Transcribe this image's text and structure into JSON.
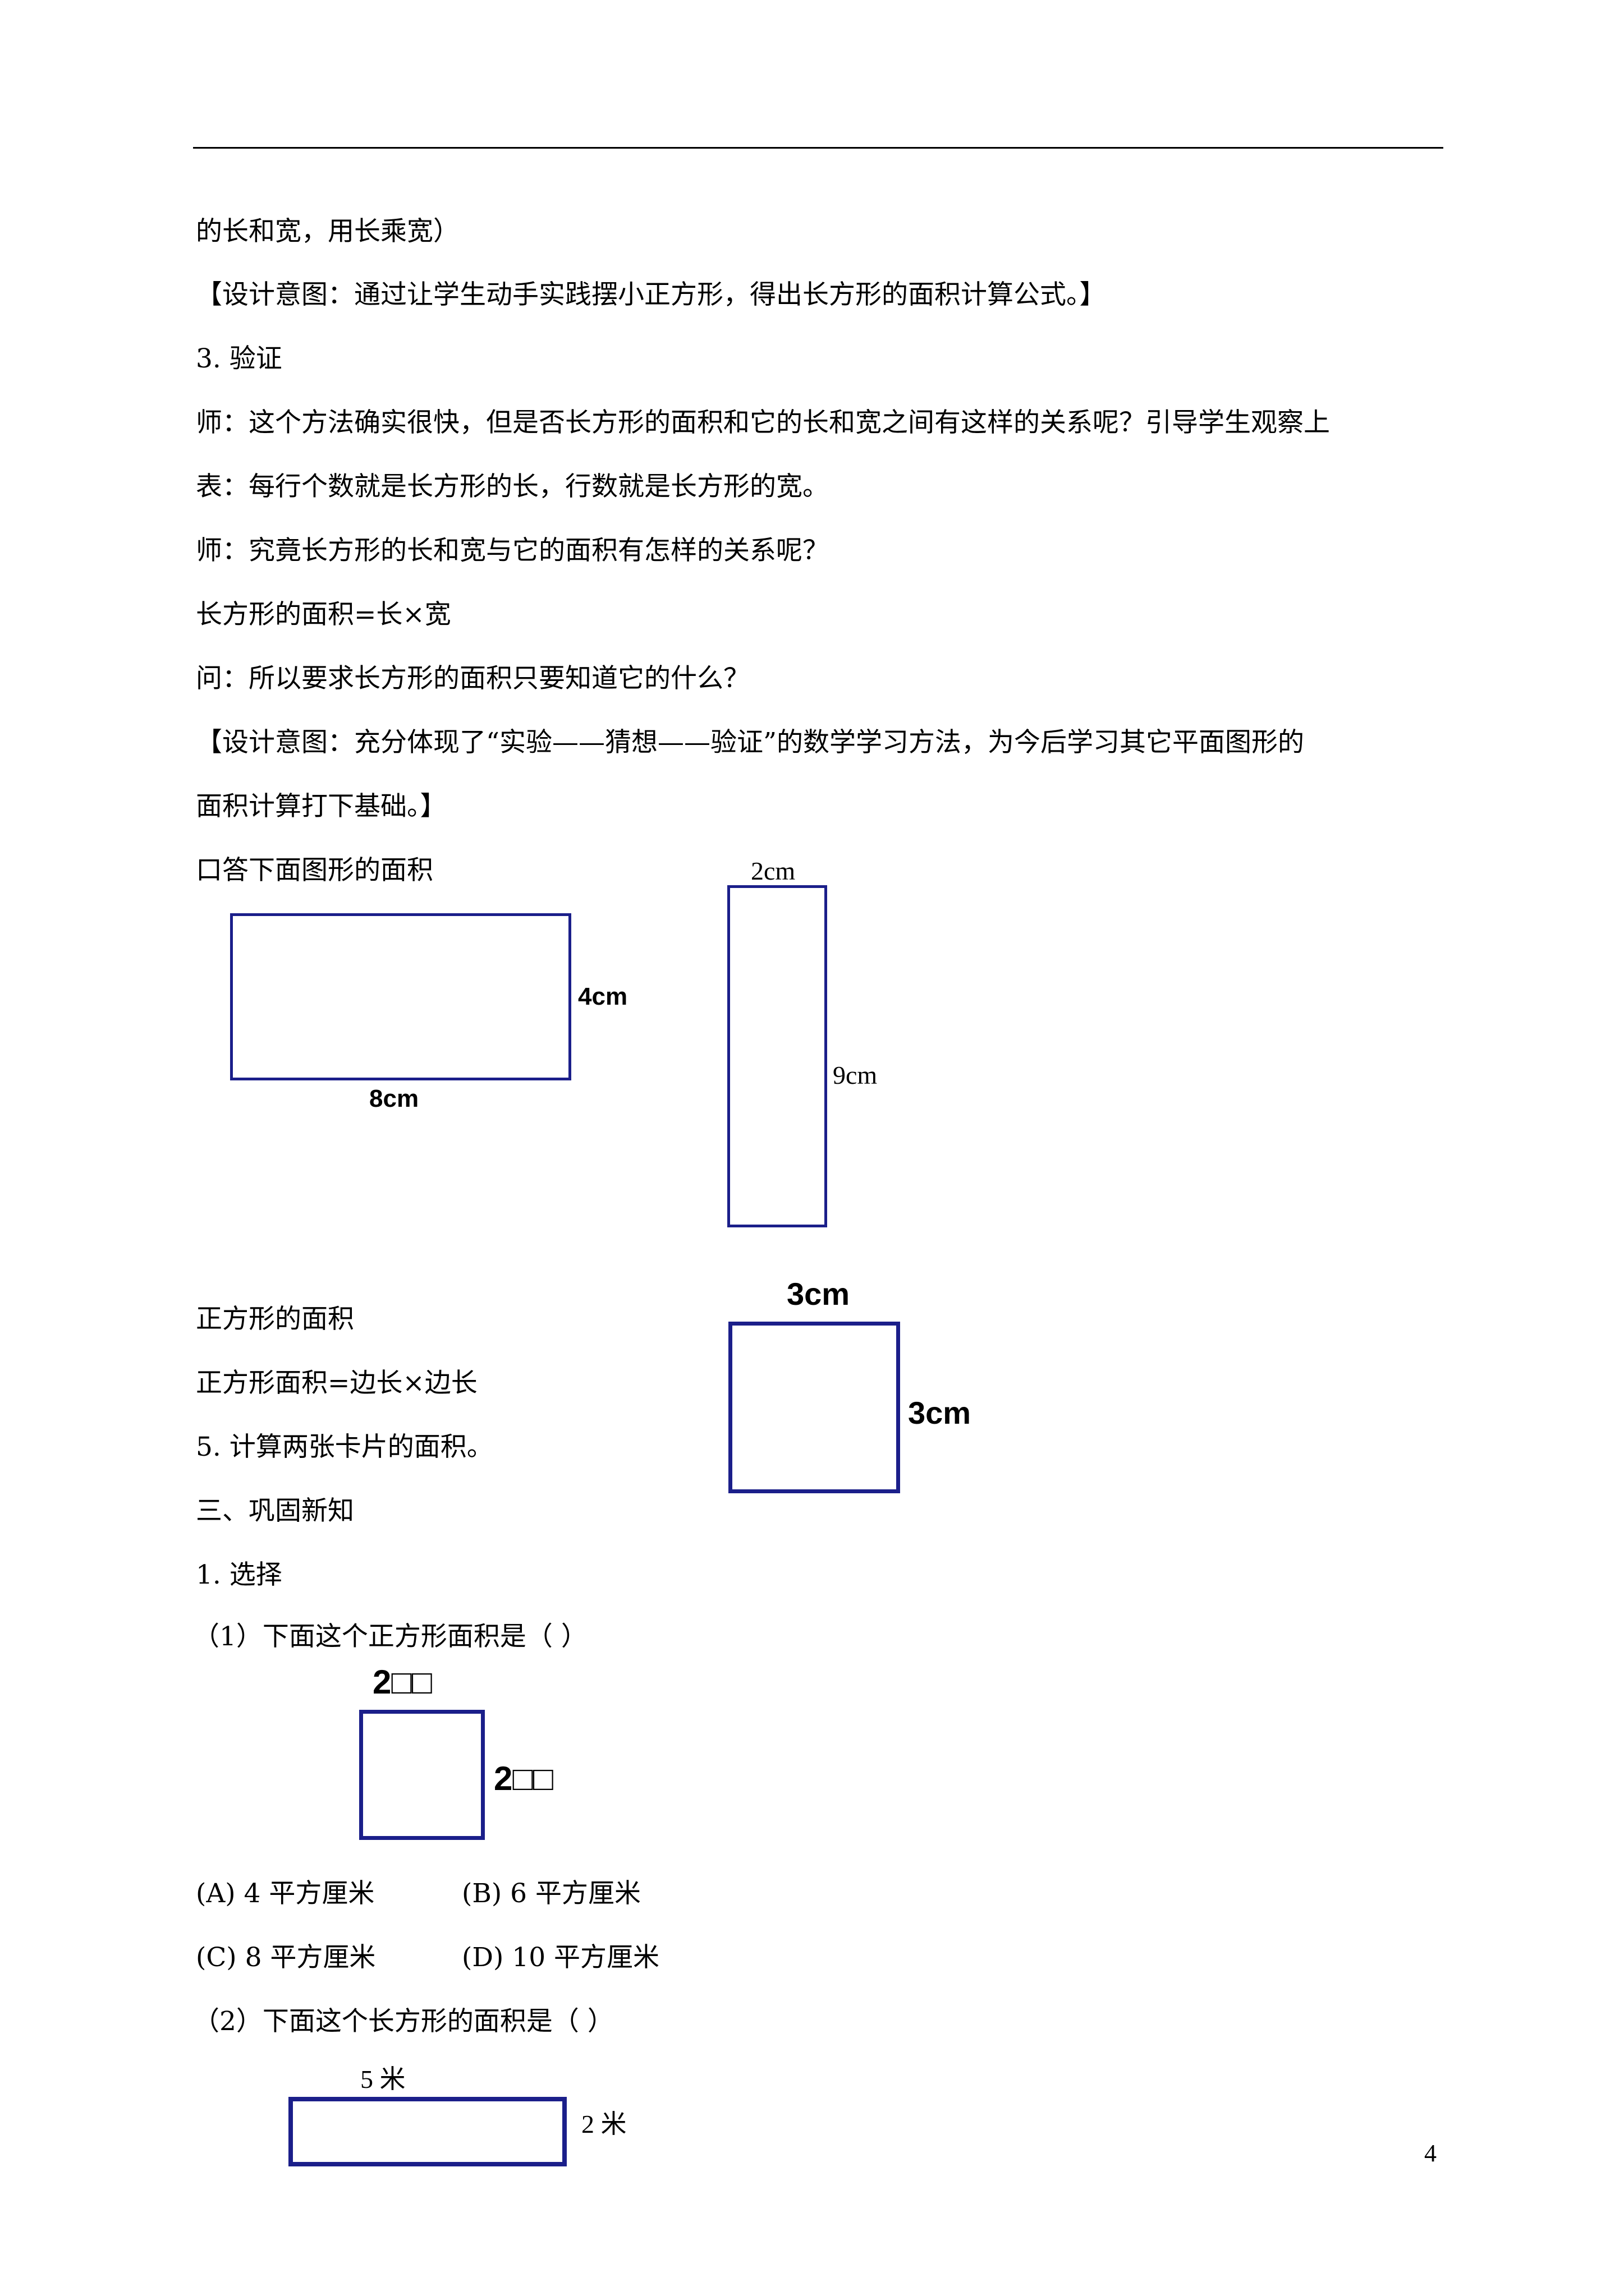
{
  "lines": {
    "l1": "的长和宽，用长乘宽）",
    "l2": "【设计意图：通过让学生动手实践摆小正方形，得出长方形的面积计算公式。】",
    "l3": "3. 验证",
    "l4": "师：这个方法确实很快，但是否长方形的面积和它的长和宽之间有这样的关系呢？引导学生观察上",
    "l5": "表：每行个数就是长方形的长，行数就是长方形的宽。",
    "l6": "师：究竟长方形的长和宽与它的面积有怎样的关系呢？",
    "l7": "长方形的面积=长×宽",
    "l8": "问：所以要求长方形的面积只要知道它的什么？",
    "l9": "【设计意图：充分体现了“实验——猜想——验证”的数学学习方法，为今后学习其它平面图形的",
    "l10": "面积计算打下基础。】",
    "l11": "口答下面图形的面积",
    "l12": "正方形的面积",
    "l13": "正方形面积=边长×边长",
    "l14": "5. 计算两张卡片的面积。",
    "l15": "三、巩固新知",
    "l16": "1. 选择",
    "l17": "（1）下面这个正方形面积是（          ）",
    "l18": "（2）下面这个长方形的面积是（       ）"
  },
  "figures": {
    "rect1": {
      "height_label": "4cm",
      "width_label": "8cm"
    },
    "rect2": {
      "width_label": "2cm",
      "height_label": "9cm"
    },
    "square1": {
      "top_label": "3cm",
      "side_label": "3cm"
    },
    "square2": {
      "top_label": "2□□",
      "side_label": "2□□"
    },
    "rect3": {
      "top_label": "5 米",
      "side_label": "2 米"
    }
  },
  "options_q1": {
    "a": "(A) 4 平方厘米",
    "b": "(B) 6 平方厘米",
    "c": "(C) 8 平方厘米",
    "d": "(D) 10 平方厘米"
  },
  "page_number": "4",
  "colors": {
    "figure_border": "#1b1f8a"
  }
}
